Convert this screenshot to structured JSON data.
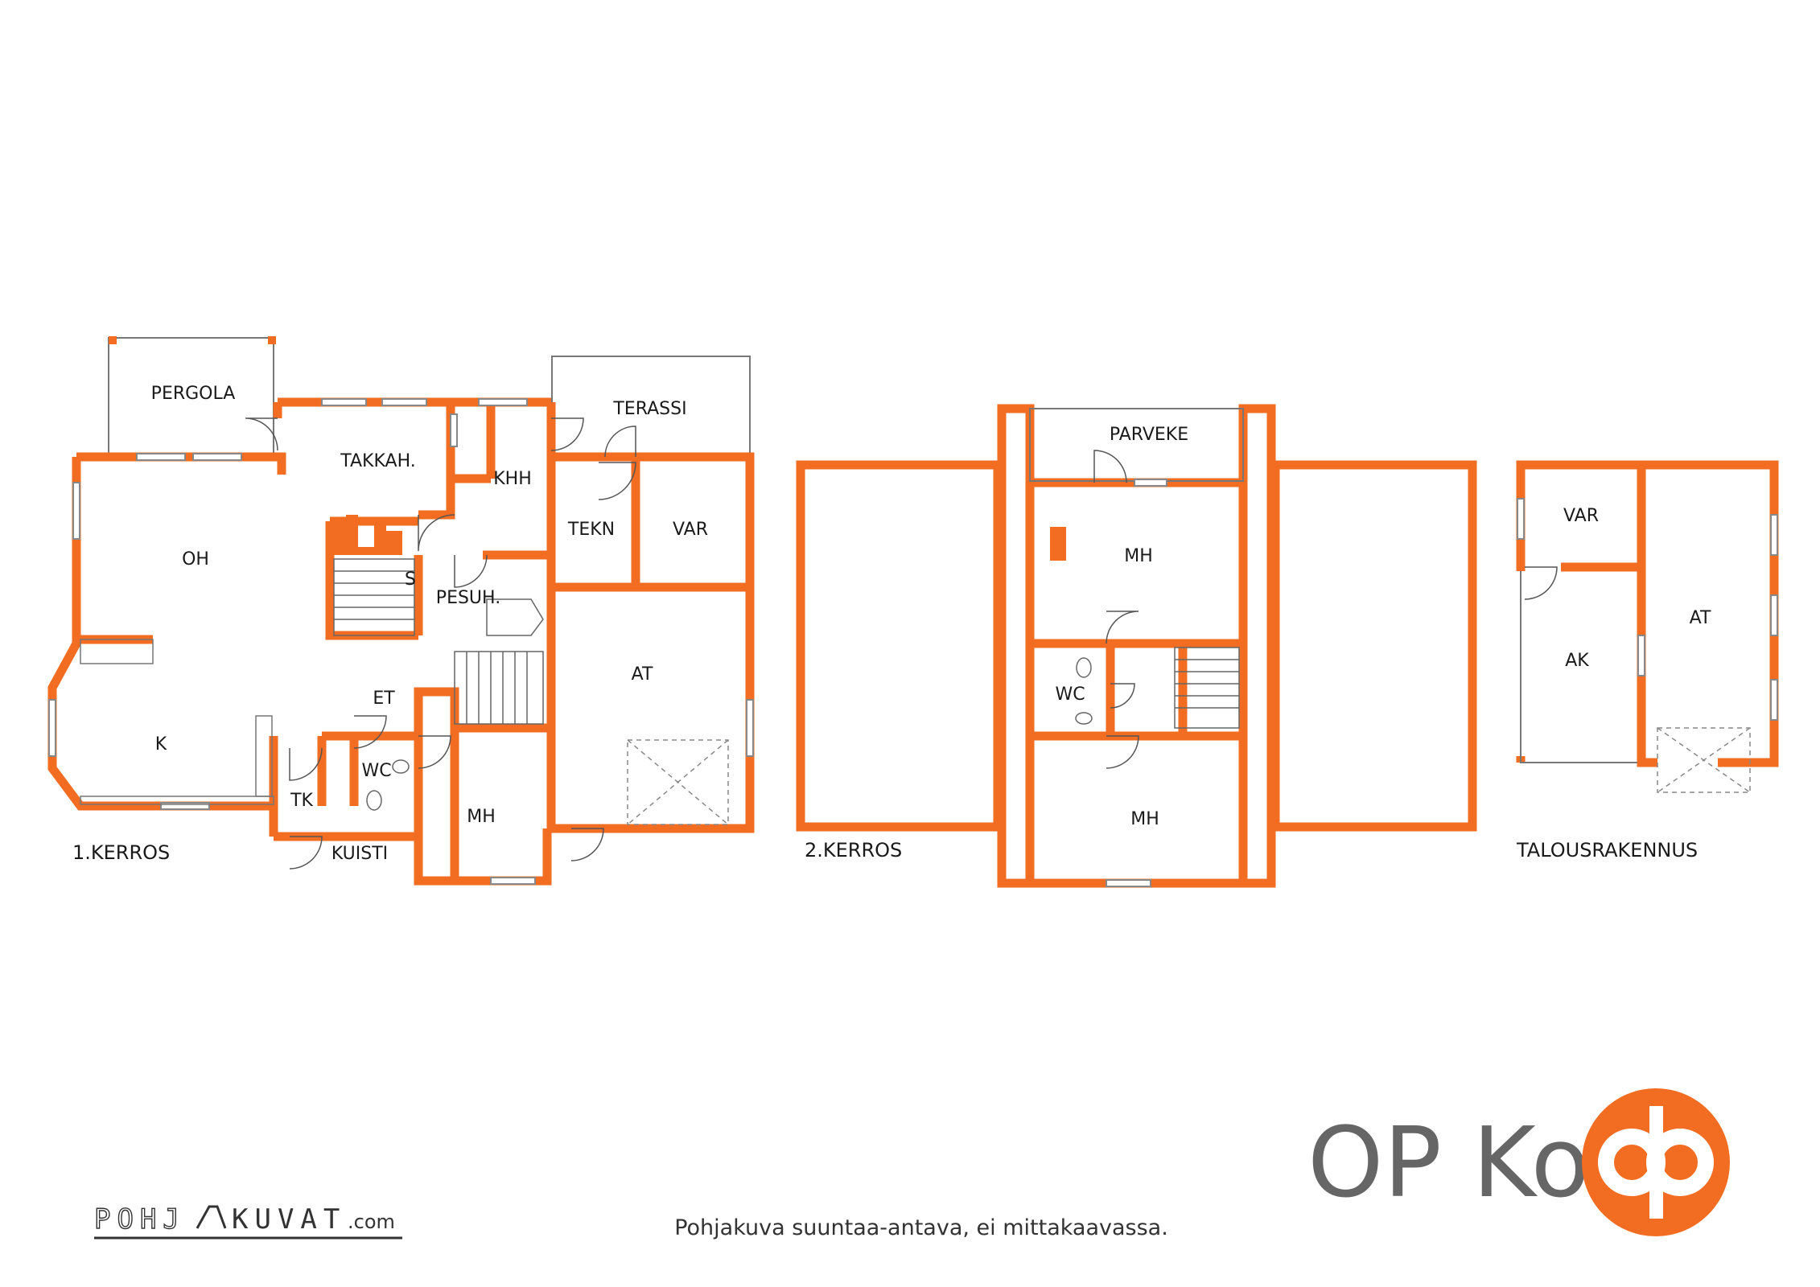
{
  "colors": {
    "wall": "#F26D21",
    "line": "#555555",
    "text": "#1a1a1a",
    "brand_text": "#666666",
    "brand_mark": "#F26D21"
  },
  "floor1": {
    "label": "1.KERROS",
    "rooms": {
      "pergola": "PERGOLA",
      "takkah": "TAKKAH.",
      "terassi": "TERASSI",
      "khh": "KHH",
      "oh": "OH",
      "tekn": "TEKN",
      "var": "VAR",
      "s": "S",
      "pesuh": "PESUH.",
      "at": "AT",
      "et": "ET",
      "k": "K",
      "wc": "WC",
      "tk": "TK",
      "mh": "MH",
      "kuisti": "KUISTI"
    }
  },
  "floor2": {
    "label": "2.KERROS",
    "rooms": {
      "parveke": "PARVEKE",
      "mh_top": "MH",
      "wc": "WC",
      "mh_bottom": "MH"
    }
  },
  "outbuilding": {
    "label": "TALOUSRAKENNUS",
    "rooms": {
      "var": "VAR",
      "at": "AT",
      "ak": "AK"
    }
  },
  "footer": {
    "note": "Pohjakuva suuntaa-antava, ei mittakaavassa.",
    "brand": "OP Koti",
    "watermark_left": "POHJ",
    "watermark_right": "KUVAT",
    "watermark_suffix": ".com"
  },
  "icons": [
    "op-logo-icon",
    "stairs-icon",
    "door-swing-icon",
    "window-icon",
    "toilet-icon",
    "sink-icon",
    "shower-icon",
    "car-space-icon",
    "fireplace-icon"
  ]
}
